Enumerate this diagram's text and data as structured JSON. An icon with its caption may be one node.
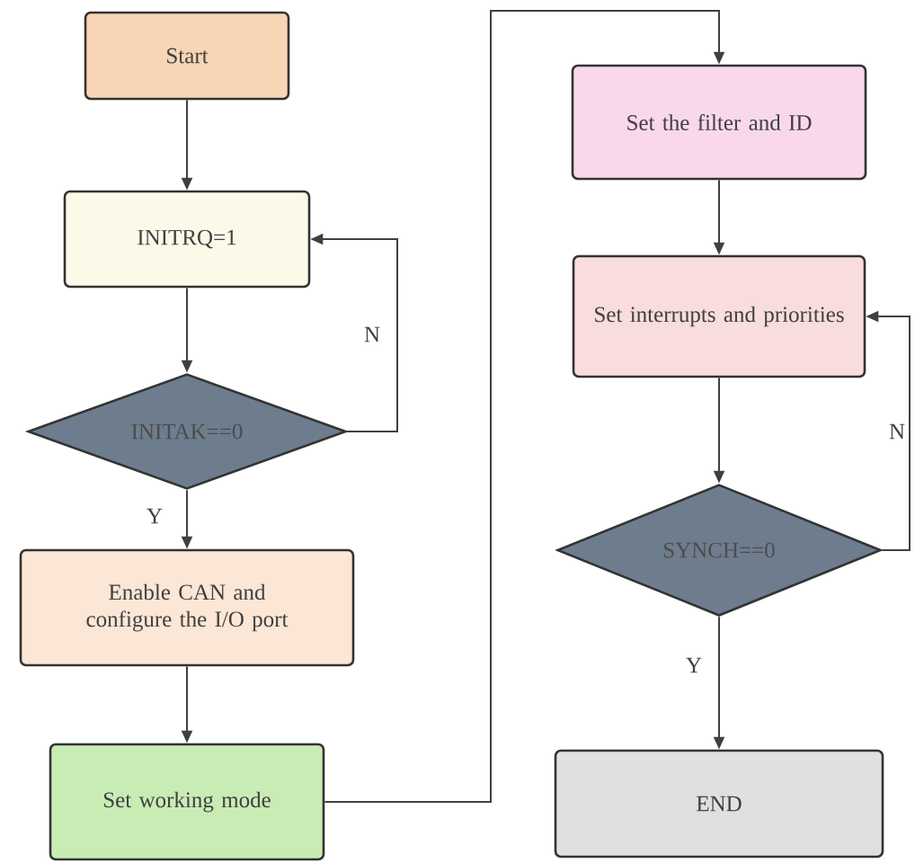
{
  "diagram": {
    "nodes": [
      {
        "text": [
          "Start"
        ]
      },
      {
        "text": [
          "INITRQ=1"
        ]
      },
      {
        "text": [
          "INITAK==0"
        ]
      },
      {
        "text": [
          "Enable CAN and configure the I/O port"
        ]
      },
      {
        "text": [
          "Set working mode"
        ]
      },
      {
        "text": [
          "Set the filter and ID"
        ]
      },
      {
        "text": [
          "Set interrupts and priorities"
        ]
      },
      {
        "text": [
          "SYNCH==0"
        ]
      },
      {
        "text": [
          "END"
        ]
      }
    ],
    "edges": [
      {
        "from": 0,
        "to": 1,
        "arrow": "to"
      },
      {
        "from": 1,
        "to": 2,
        "arrow": "to"
      },
      {
        "from": 2,
        "to": 1,
        "arrow": "to",
        "label": "N"
      },
      {
        "from": 2,
        "to": 3,
        "arrow": "to",
        "label": "Y"
      },
      {
        "from": 3,
        "to": 4,
        "arrow": "to"
      },
      {
        "from": 4,
        "to": 5,
        "arrow": "to"
      },
      {
        "from": 5,
        "to": 6,
        "arrow": "to"
      },
      {
        "from": 6,
        "to": 7,
        "arrow": "to"
      },
      {
        "from": 7,
        "to": 6,
        "arrow": "to",
        "label": "N"
      },
      {
        "from": 7,
        "to": 8,
        "arrow": "to",
        "label": "Y"
      }
    ]
  }
}
